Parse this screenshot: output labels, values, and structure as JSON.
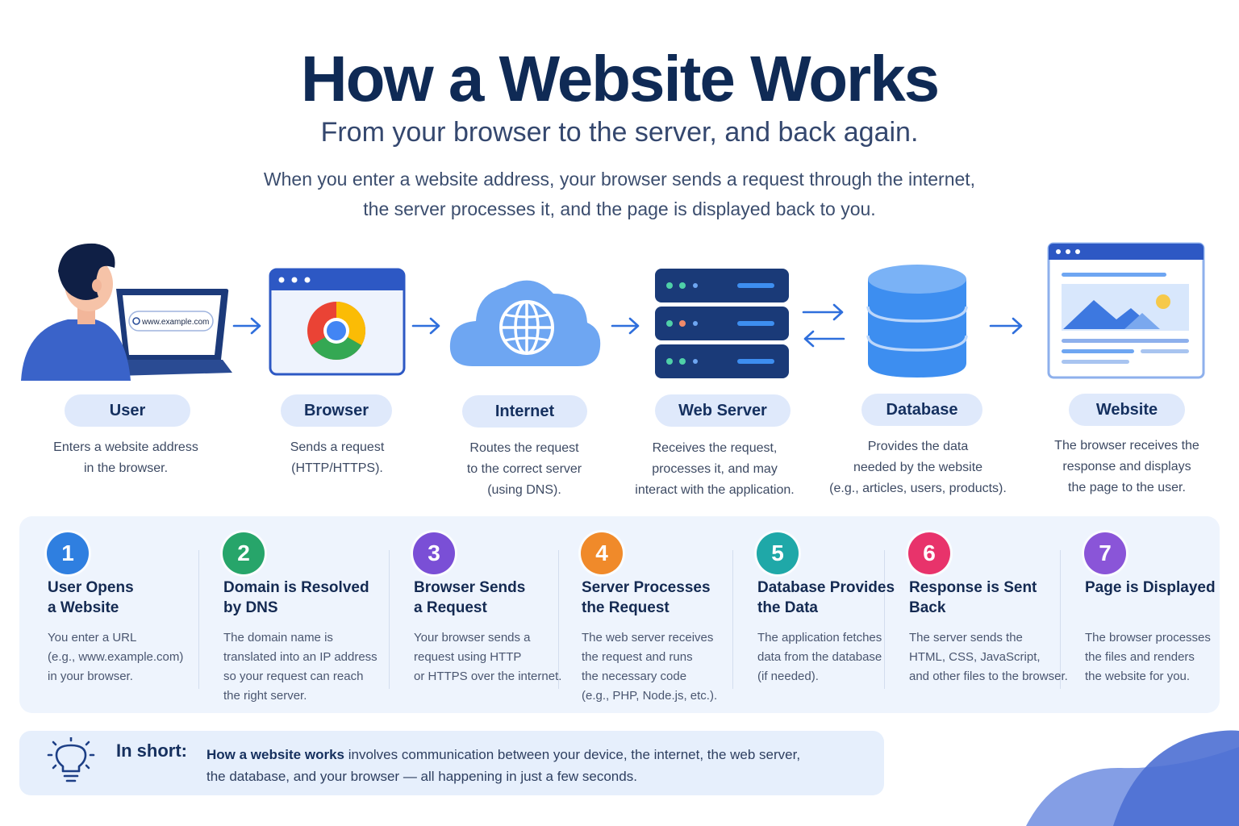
{
  "header": {
    "title": "How a Website Works",
    "subtitle": "From your browser to the server, and back again.",
    "intro_line1": "When you enter a website address, your browser sends a request through the internet,",
    "intro_line2": "the server processes it, and the page is displayed back to you."
  },
  "laptop_url": "www.example.com",
  "flow": [
    {
      "label": "User",
      "desc": [
        "Enters a website address",
        "in the browser."
      ]
    },
    {
      "label": "Browser",
      "desc": [
        "Sends a request",
        "(HTTP/HTTPS)."
      ]
    },
    {
      "label": "Internet",
      "desc": [
        "Routes the request",
        "to the correct server",
        "(using DNS)."
      ]
    },
    {
      "label": "Web Server",
      "desc": [
        "Receives the request,",
        "processes it, and may",
        "interact with the application."
      ]
    },
    {
      "label": "Database",
      "desc": [
        "Provides the data",
        "needed by the website",
        "(e.g., articles, users, products)."
      ]
    },
    {
      "label": "Website",
      "desc": [
        "The browser receives the",
        "response and displays",
        "the page to the user."
      ]
    }
  ],
  "steps": [
    {
      "number": "1",
      "color": "#2f7fe0",
      "title": [
        "User Opens",
        "a Website"
      ],
      "desc": [
        "You enter a URL",
        "(e.g., www.example.com)",
        "in your browser."
      ]
    },
    {
      "number": "2",
      "color": "#27a56a",
      "title": [
        "Domain is Resolved",
        "by DNS"
      ],
      "desc": [
        "The domain name is",
        "translated into an IP address",
        "so your request can reach",
        "the right server."
      ]
    },
    {
      "number": "3",
      "color": "#7a4fd6",
      "title": [
        "Browser Sends",
        "a Request"
      ],
      "desc": [
        "Your browser sends a",
        "request using HTTP",
        "or HTTPS over the internet."
      ]
    },
    {
      "number": "4",
      "color": "#f08a2a",
      "title": [
        "Server Processes",
        "the Request"
      ],
      "desc": [
        "The web server receives",
        "the request and runs",
        "the necessary code",
        "(e.g., PHP, Node.js, etc.)."
      ]
    },
    {
      "number": "5",
      "color": "#1fa8a8",
      "title": [
        "Database Provides",
        "the Data"
      ],
      "desc": [
        "The application fetches",
        "data from the database",
        "(if needed)."
      ]
    },
    {
      "number": "6",
      "color": "#e8336b",
      "title": [
        "Response is Sent",
        "Back"
      ],
      "desc": [
        "The server sends the",
        "HTML, CSS, JavaScript,",
        "and other files to the browser."
      ]
    },
    {
      "number": "7",
      "color": "#8a55d8",
      "title": [
        "Page is Displayed"
      ],
      "desc": [
        "The browser processes",
        "the files and renders",
        "the website for you."
      ]
    }
  ],
  "summary": {
    "label": "In short:",
    "bold": "How a website works",
    "text1": " involves communication between your device, the internet, the web server,",
    "text2": "the database, and your browser — all happening in just a few seconds."
  }
}
